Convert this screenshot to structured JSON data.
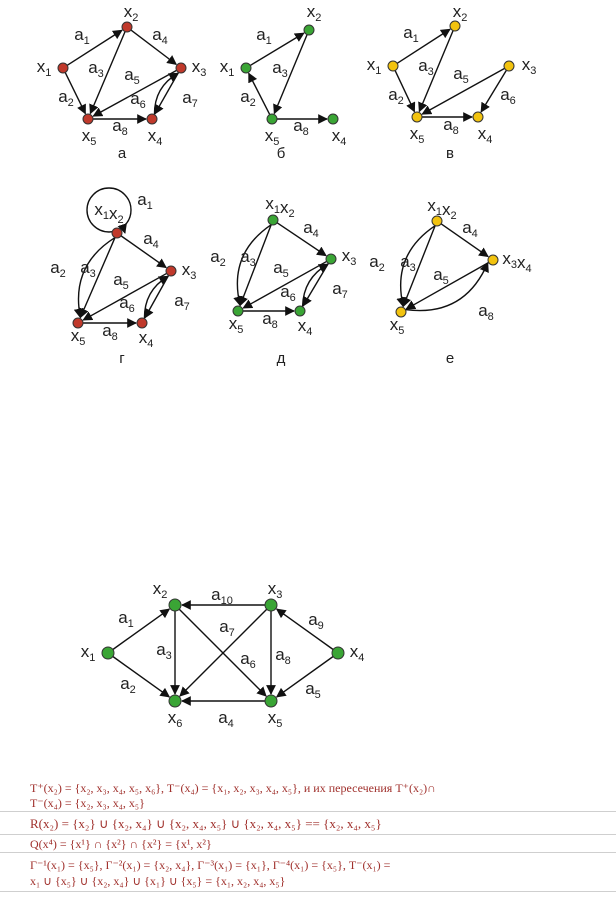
{
  "colors": {
    "red": "#c0392b",
    "green": "#3aa535",
    "yellow": "#f2c30f",
    "ink": "#111111",
    "formula": "#a0302c"
  },
  "graphs": [
    {
      "caption": "а",
      "color": "red",
      "nodes": [
        {
          "id": "x1",
          "label": "x1"
        },
        {
          "id": "x2",
          "label": "x2"
        },
        {
          "id": "x3",
          "label": "x3"
        },
        {
          "id": "x4",
          "label": "x4"
        },
        {
          "id": "x5",
          "label": "x5"
        }
      ],
      "edges": [
        {
          "label": "a1",
          "from": "x1",
          "to": "x2"
        },
        {
          "label": "a2",
          "from": "x1",
          "to": "x5"
        },
        {
          "label": "a3",
          "from": "x2",
          "to": "x5"
        },
        {
          "label": "a4",
          "from": "x2",
          "to": "x3"
        },
        {
          "label": "a5",
          "from": "x3",
          "to": "x5"
        },
        {
          "label": "a6",
          "from": "x3",
          "to": "x4"
        },
        {
          "label": "a7",
          "from": "x4",
          "to": "x3"
        },
        {
          "label": "a8",
          "from": "x5",
          "to": "x4"
        }
      ]
    },
    {
      "caption": "б",
      "color": "green",
      "nodes": [
        {
          "id": "x1",
          "label": "x1"
        },
        {
          "id": "x2",
          "label": "x2"
        },
        {
          "id": "x5",
          "label": "x5"
        },
        {
          "id": "x4",
          "label": "x4"
        }
      ],
      "edges": [
        {
          "label": "a1",
          "from": "x1",
          "to": "x2"
        },
        {
          "label": "a2",
          "from": "x5",
          "to": "x1"
        },
        {
          "label": "a3",
          "from": "x2",
          "to": "x5"
        },
        {
          "label": "a8",
          "from": "x5",
          "to": "x4"
        }
      ]
    },
    {
      "caption": "в",
      "color": "yellow",
      "nodes": [
        {
          "id": "x1",
          "label": "x1"
        },
        {
          "id": "x2",
          "label": "x2"
        },
        {
          "id": "x3",
          "label": "x3"
        },
        {
          "id": "x4",
          "label": "x4"
        },
        {
          "id": "x5",
          "label": "x5"
        }
      ],
      "edges": [
        {
          "label": "a1",
          "from": "x1",
          "to": "x2"
        },
        {
          "label": "a2",
          "from": "x1",
          "to": "x5"
        },
        {
          "label": "a3",
          "from": "x2",
          "to": "x5"
        },
        {
          "label": "a5",
          "from": "x3",
          "to": "x5"
        },
        {
          "label": "a6",
          "from": "x3",
          "to": "x4"
        },
        {
          "label": "a8",
          "from": "x5",
          "to": "x4"
        }
      ]
    },
    {
      "caption": "г",
      "color": "red",
      "nodes": [
        {
          "id": "x1x2",
          "label": "x1x2"
        },
        {
          "id": "x3",
          "label": "x3"
        },
        {
          "id": "x4",
          "label": "x4"
        },
        {
          "id": "x5",
          "label": "x5"
        }
      ],
      "edges": [
        {
          "label": "a1",
          "from": "x1x2",
          "to": "x1x2"
        },
        {
          "label": "a2",
          "from": "x1x2",
          "to": "x5"
        },
        {
          "label": "a3",
          "from": "x1x2",
          "to": "x5"
        },
        {
          "label": "a4",
          "from": "x1x2",
          "to": "x3"
        },
        {
          "label": "a5",
          "from": "x3",
          "to": "x5"
        },
        {
          "label": "a6",
          "from": "x3",
          "to": "x4"
        },
        {
          "label": "a7",
          "from": "x4",
          "to": "x3"
        },
        {
          "label": "a8",
          "from": "x5",
          "to": "x4"
        }
      ]
    },
    {
      "caption": "д",
      "color": "green",
      "nodes": [
        {
          "id": "x1x2",
          "label": "x1x2"
        },
        {
          "id": "x3",
          "label": "x3"
        },
        {
          "id": "x4",
          "label": "x4"
        },
        {
          "id": "x5",
          "label": "x5"
        }
      ],
      "edges": [
        {
          "label": "a2",
          "from": "x1x2",
          "to": "x5"
        },
        {
          "label": "a3",
          "from": "x1x2",
          "to": "x5"
        },
        {
          "label": "a4",
          "from": "x1x2",
          "to": "x3"
        },
        {
          "label": "a5",
          "from": "x3",
          "to": "x5"
        },
        {
          "label": "a6",
          "from": "x3",
          "to": "x4"
        },
        {
          "label": "a7",
          "from": "x4",
          "to": "x3"
        },
        {
          "label": "a8",
          "from": "x5",
          "to": "x4"
        }
      ]
    },
    {
      "caption": "е",
      "color": "yellow",
      "nodes": [
        {
          "id": "x1x2",
          "label": "x1x2"
        },
        {
          "id": "x3x4",
          "label": "x3x4"
        },
        {
          "id": "x5",
          "label": "x5"
        }
      ],
      "edges": [
        {
          "label": "a2",
          "from": "x1x2",
          "to": "x5"
        },
        {
          "label": "a3",
          "from": "x1x2",
          "to": "x5"
        },
        {
          "label": "a4",
          "from": "x1x2",
          "to": "x3x4"
        },
        {
          "label": "a5",
          "from": "x3x4",
          "to": "x5"
        },
        {
          "label": "a8",
          "from": "x5",
          "to": "x3x4"
        }
      ]
    }
  ],
  "big_graph": {
    "color": "green",
    "nodes": [
      {
        "id": "x1",
        "label": "x1"
      },
      {
        "id": "x2",
        "label": "x2"
      },
      {
        "id": "x3",
        "label": "x3"
      },
      {
        "id": "x4",
        "label": "x4"
      },
      {
        "id": "x5",
        "label": "x5"
      },
      {
        "id": "x6",
        "label": "x6"
      }
    ],
    "edges": [
      {
        "label": "a1",
        "from": "x1",
        "to": "x2"
      },
      {
        "label": "a2",
        "from": "x1",
        "to": "x6"
      },
      {
        "label": "a3",
        "from": "x2",
        "to": "x6"
      },
      {
        "label": "a4",
        "from": "x5",
        "to": "x6"
      },
      {
        "label": "a5",
        "from": "x4",
        "to": "x5"
      },
      {
        "label": "a6",
        "from": "x2",
        "to": "x5"
      },
      {
        "label": "a7",
        "from": "x3",
        "to": "x6"
      },
      {
        "label": "a8",
        "from": "x3",
        "to": "x5"
      },
      {
        "label": "a9",
        "from": "x4",
        "to": "x3"
      },
      {
        "label": "a10",
        "from": "x3",
        "to": "x2"
      }
    ]
  },
  "formulas": [
    "T⁺(x₂) = {x₂, x₃, x₄, x₅, x₆}, T⁻(x₄) = {x₁, x₂, x₃, x₄, x₅}, и их пересечения T⁺(x₂)∩",
    "T⁻(x₄) = {x₂, x₃, x₄, x₅}",
    "R(x₂) = {x₂} ∪ {x₂, x₄} ∪ {x₂, x₄, x₅} ∪ {x₂, x₄, x₅} == {x₂, x₄, x₅}",
    "Q(x⁴) = {x¹} ∩ {x²} ∩ {x²} = {x¹, x²}",
    "Γ⁻¹(x₁) = {x₅}, Γ⁻²(x₁) = {x₂, x₄}, Γ⁻³(x₁) = {x₁}, Γ⁻⁴(x₁) = {x₅}, T⁻(x₁) =",
    "x₁ ∪ {x₅} ∪ {x₂, x₄} ∪ {x₁} ∪ {x₅} = {x₁, x₂, x₄, x₅}"
  ]
}
